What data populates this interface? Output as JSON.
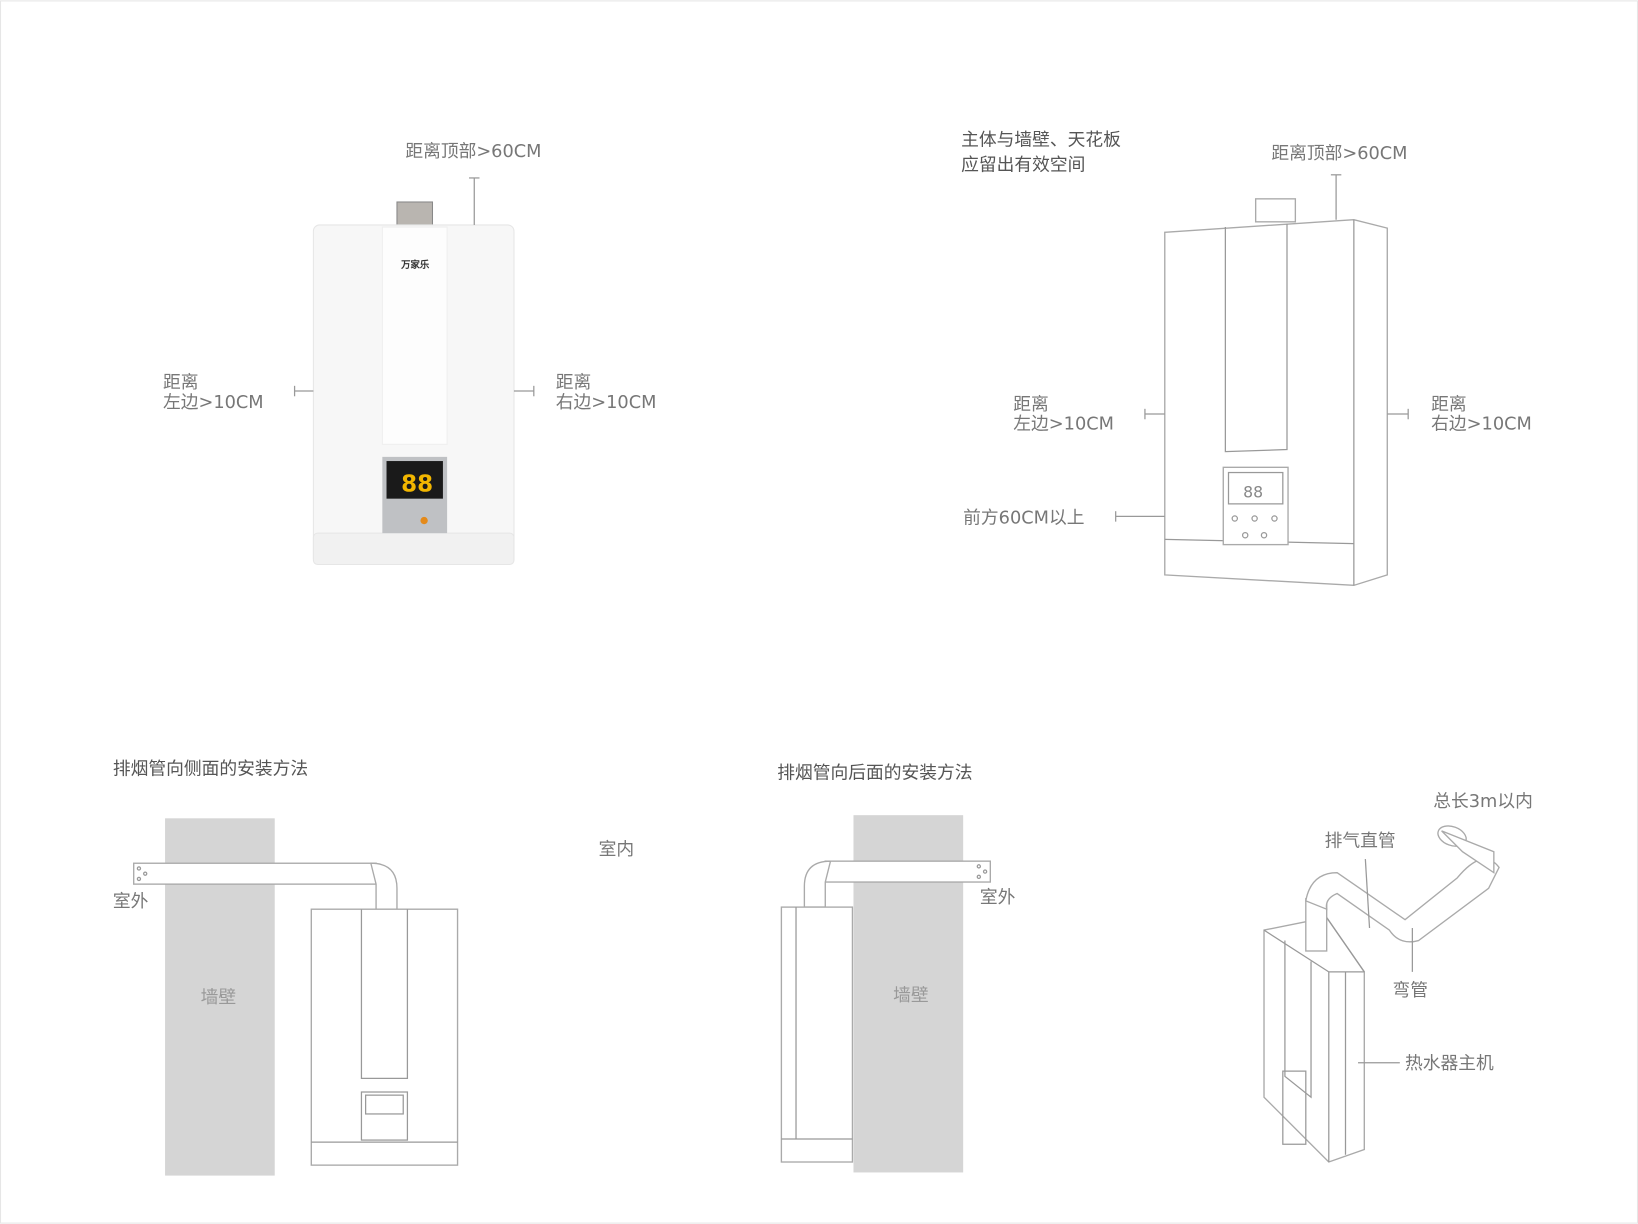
{
  "top_left": {
    "brand": "万家乐",
    "display_digits": "88",
    "top_label": "距离顶部>60CM",
    "left_label_1": "距离",
    "left_label_2": "左边>10CM",
    "right_label_1": "距离",
    "right_label_2": "右边>10CM"
  },
  "top_right": {
    "note_1": "主体与墙壁、天花板",
    "note_2": "应留出有效空间",
    "top_label": "距离顶部>60CM",
    "left_label_1": "距离",
    "left_label_2": "左边>10CM",
    "right_label_1": "距离",
    "right_label_2": "右边>10CM",
    "front_label": "前方60CM以上",
    "display_digits": "88"
  },
  "side_method": {
    "title": "排烟管向侧面的安装方法",
    "outdoor": "室外",
    "indoor": "室内",
    "wall": "墙壁"
  },
  "back_method": {
    "title": "排烟管向后面的安装方法",
    "outdoor": "室外",
    "wall": "墙壁"
  },
  "pipe_diagram": {
    "total_length": "总长3m以内",
    "straight_pipe": "排气直管",
    "elbow": "弯管",
    "main_unit": "热水器主机"
  }
}
